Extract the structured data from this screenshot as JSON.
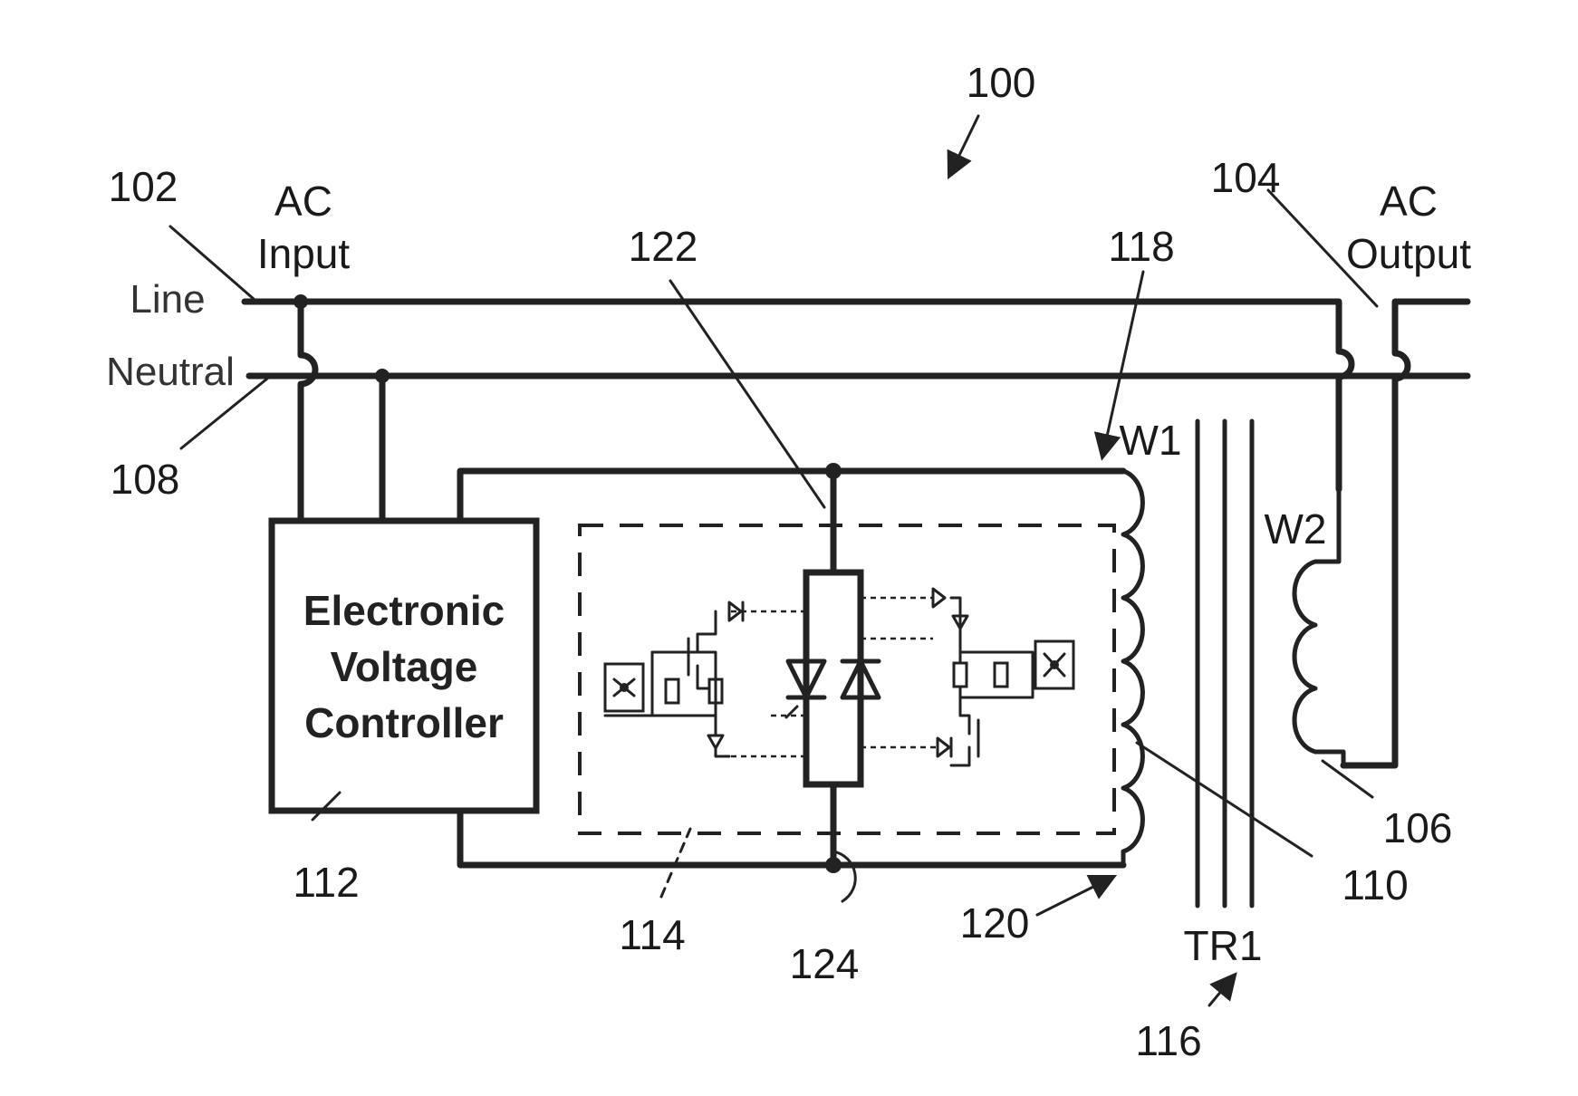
{
  "figure": {
    "ref_main": "100",
    "input": {
      "line1": "AC",
      "line2": "Input",
      "ref": "102"
    },
    "output": {
      "line1": "AC",
      "line2": "Output",
      "ref": "104"
    },
    "line_label": "Line",
    "neutral_label": "Neutral",
    "neutral_ref": "108",
    "controller": {
      "line1": "Electronic",
      "line2": "Voltage",
      "line3": "Controller",
      "ref": "112"
    },
    "switch_ref": "114",
    "node_top_ref": "122",
    "node_bottom_ref": "124",
    "w1": {
      "label": "W1",
      "top_ref": "118",
      "bottom_ref": "120",
      "ref": "110"
    },
    "w2": {
      "label": "W2",
      "ref": "106"
    },
    "transformer": {
      "label": "TR1",
      "ref": "116"
    }
  }
}
